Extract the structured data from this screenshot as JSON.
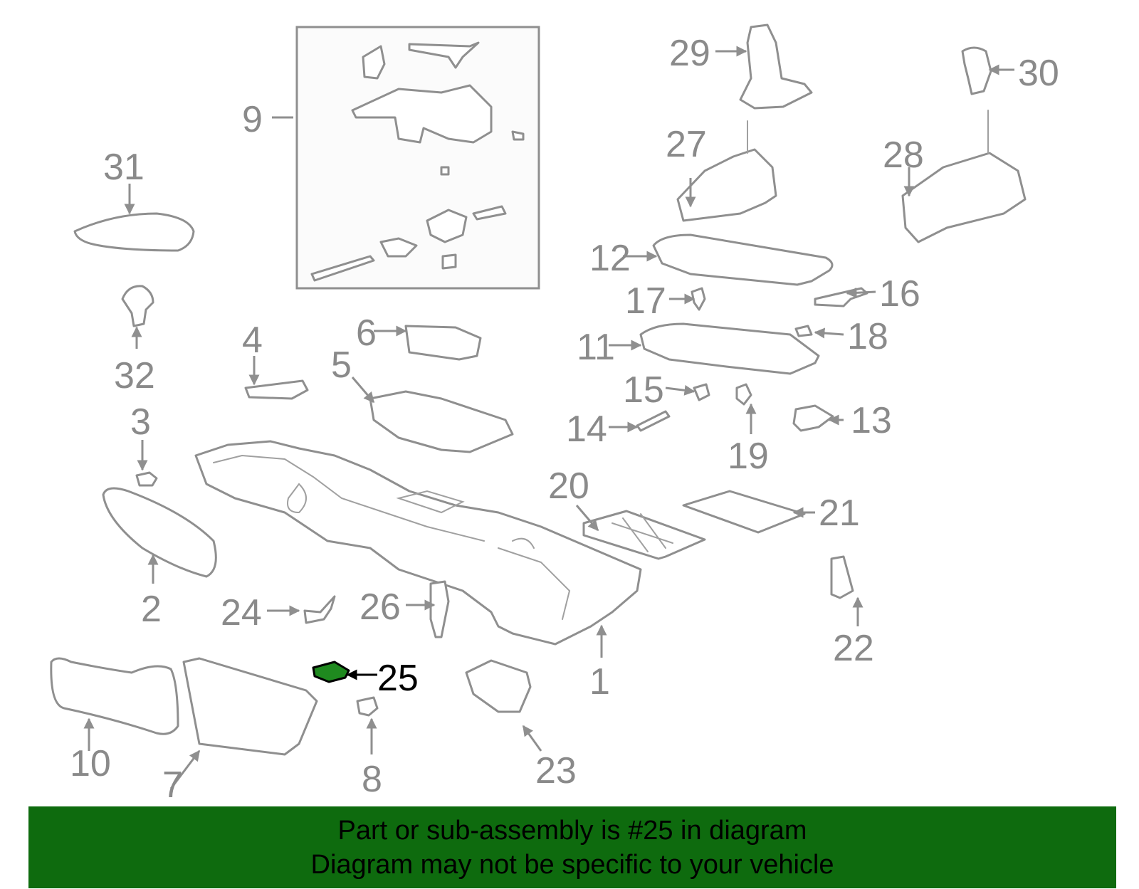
{
  "callouts": [
    "1",
    "2",
    "3",
    "4",
    "5",
    "6",
    "7",
    "8",
    "9",
    "10",
    "11",
    "12",
    "13",
    "14",
    "15",
    "16",
    "17",
    "18",
    "19",
    "20",
    "21",
    "22",
    "23",
    "24",
    "25",
    "26",
    "27",
    "28",
    "29",
    "30",
    "31",
    "32"
  ],
  "highlighted_part": "25",
  "colors": {
    "banner_bg": "#0e6b0e",
    "highlight": "#000000",
    "part_line": "#8f8f8f",
    "label": "#8a8a8a"
  },
  "banner": {
    "line1": "Part or sub-assembly is #25 in diagram",
    "line2": "Diagram may not be specific to your vehicle"
  }
}
